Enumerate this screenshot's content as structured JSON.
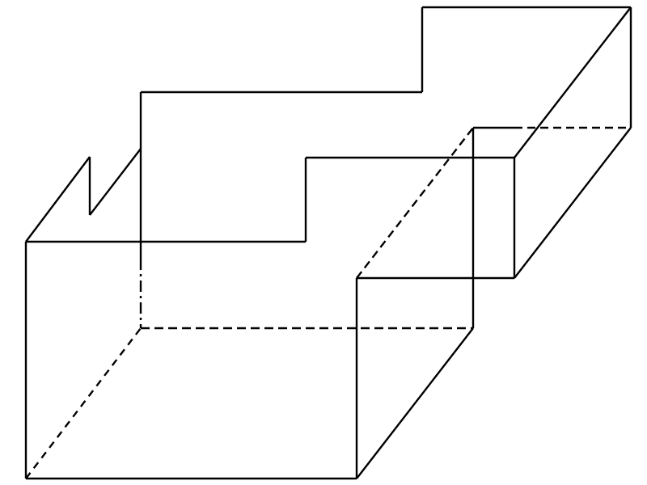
{
  "diagram": {
    "kind": "isometric line drawing of a stepped solid",
    "labels": [],
    "stroke_color": "#000000",
    "background_color": "#ffffff",
    "visible_edge_style": "solid",
    "hidden_edge_style": "dashed"
  }
}
